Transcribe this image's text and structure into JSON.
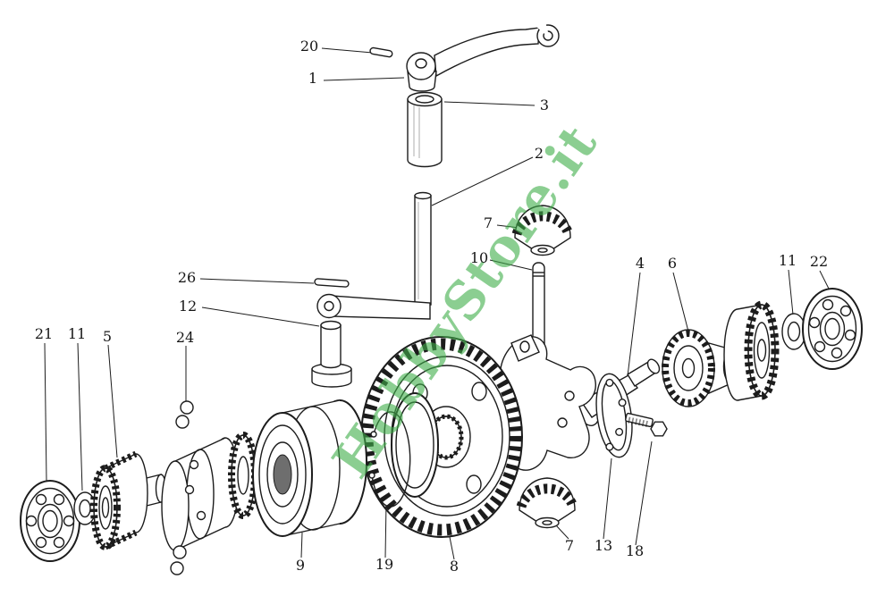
{
  "watermark": {
    "text": "HobbyStore.it",
    "color": "#3fae49"
  },
  "labels": [
    {
      "text": "20"
    },
    {
      "text": "1"
    },
    {
      "text": "3"
    },
    {
      "text": "2"
    },
    {
      "text": "7"
    },
    {
      "text": "10"
    },
    {
      "text": "26"
    },
    {
      "text": "12"
    },
    {
      "text": "4"
    },
    {
      "text": "6"
    },
    {
      "text": "11"
    },
    {
      "text": "22"
    },
    {
      "text": "21"
    },
    {
      "text": "11"
    },
    {
      "text": "5"
    },
    {
      "text": "24"
    },
    {
      "text": "9"
    },
    {
      "text": "19"
    },
    {
      "text": "8"
    },
    {
      "text": "7"
    },
    {
      "text": "13"
    },
    {
      "text": "18"
    }
  ]
}
